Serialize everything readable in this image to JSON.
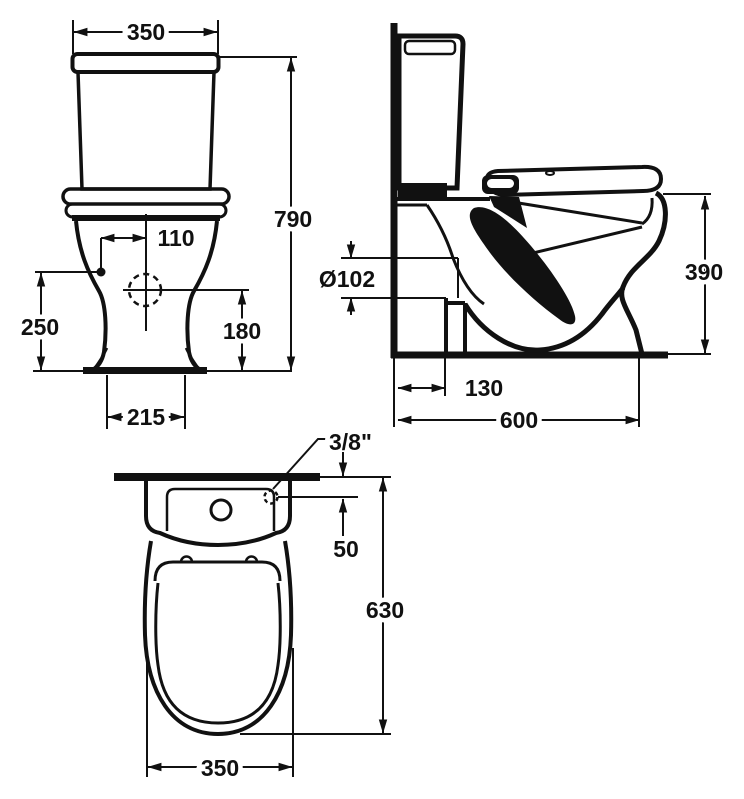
{
  "page": {
    "background_color": "#ffffff",
    "line_color": "#111111",
    "description": "Technical dimension drawing of a close-coupled toilet (WC) in three orthographic views"
  },
  "views": {
    "front": {
      "title": "front-elevation",
      "dims": {
        "cistern_width": "350",
        "total_height": "790",
        "flush_pipe_offset": "110",
        "fixing_hole_height": "250",
        "outlet_height": "180",
        "pedestal_width": "215"
      }
    },
    "side": {
      "title": "side-elevation",
      "dims": {
        "outlet_diameter": "Ø102",
        "rim_height": "390",
        "outlet_setout": "130",
        "total_depth": "600"
      }
    },
    "top": {
      "title": "plan-view",
      "dims": {
        "inlet_thread": "3/8\"",
        "inlet_offset": "50",
        "total_depth": "630",
        "bowl_width": "350"
      }
    }
  }
}
